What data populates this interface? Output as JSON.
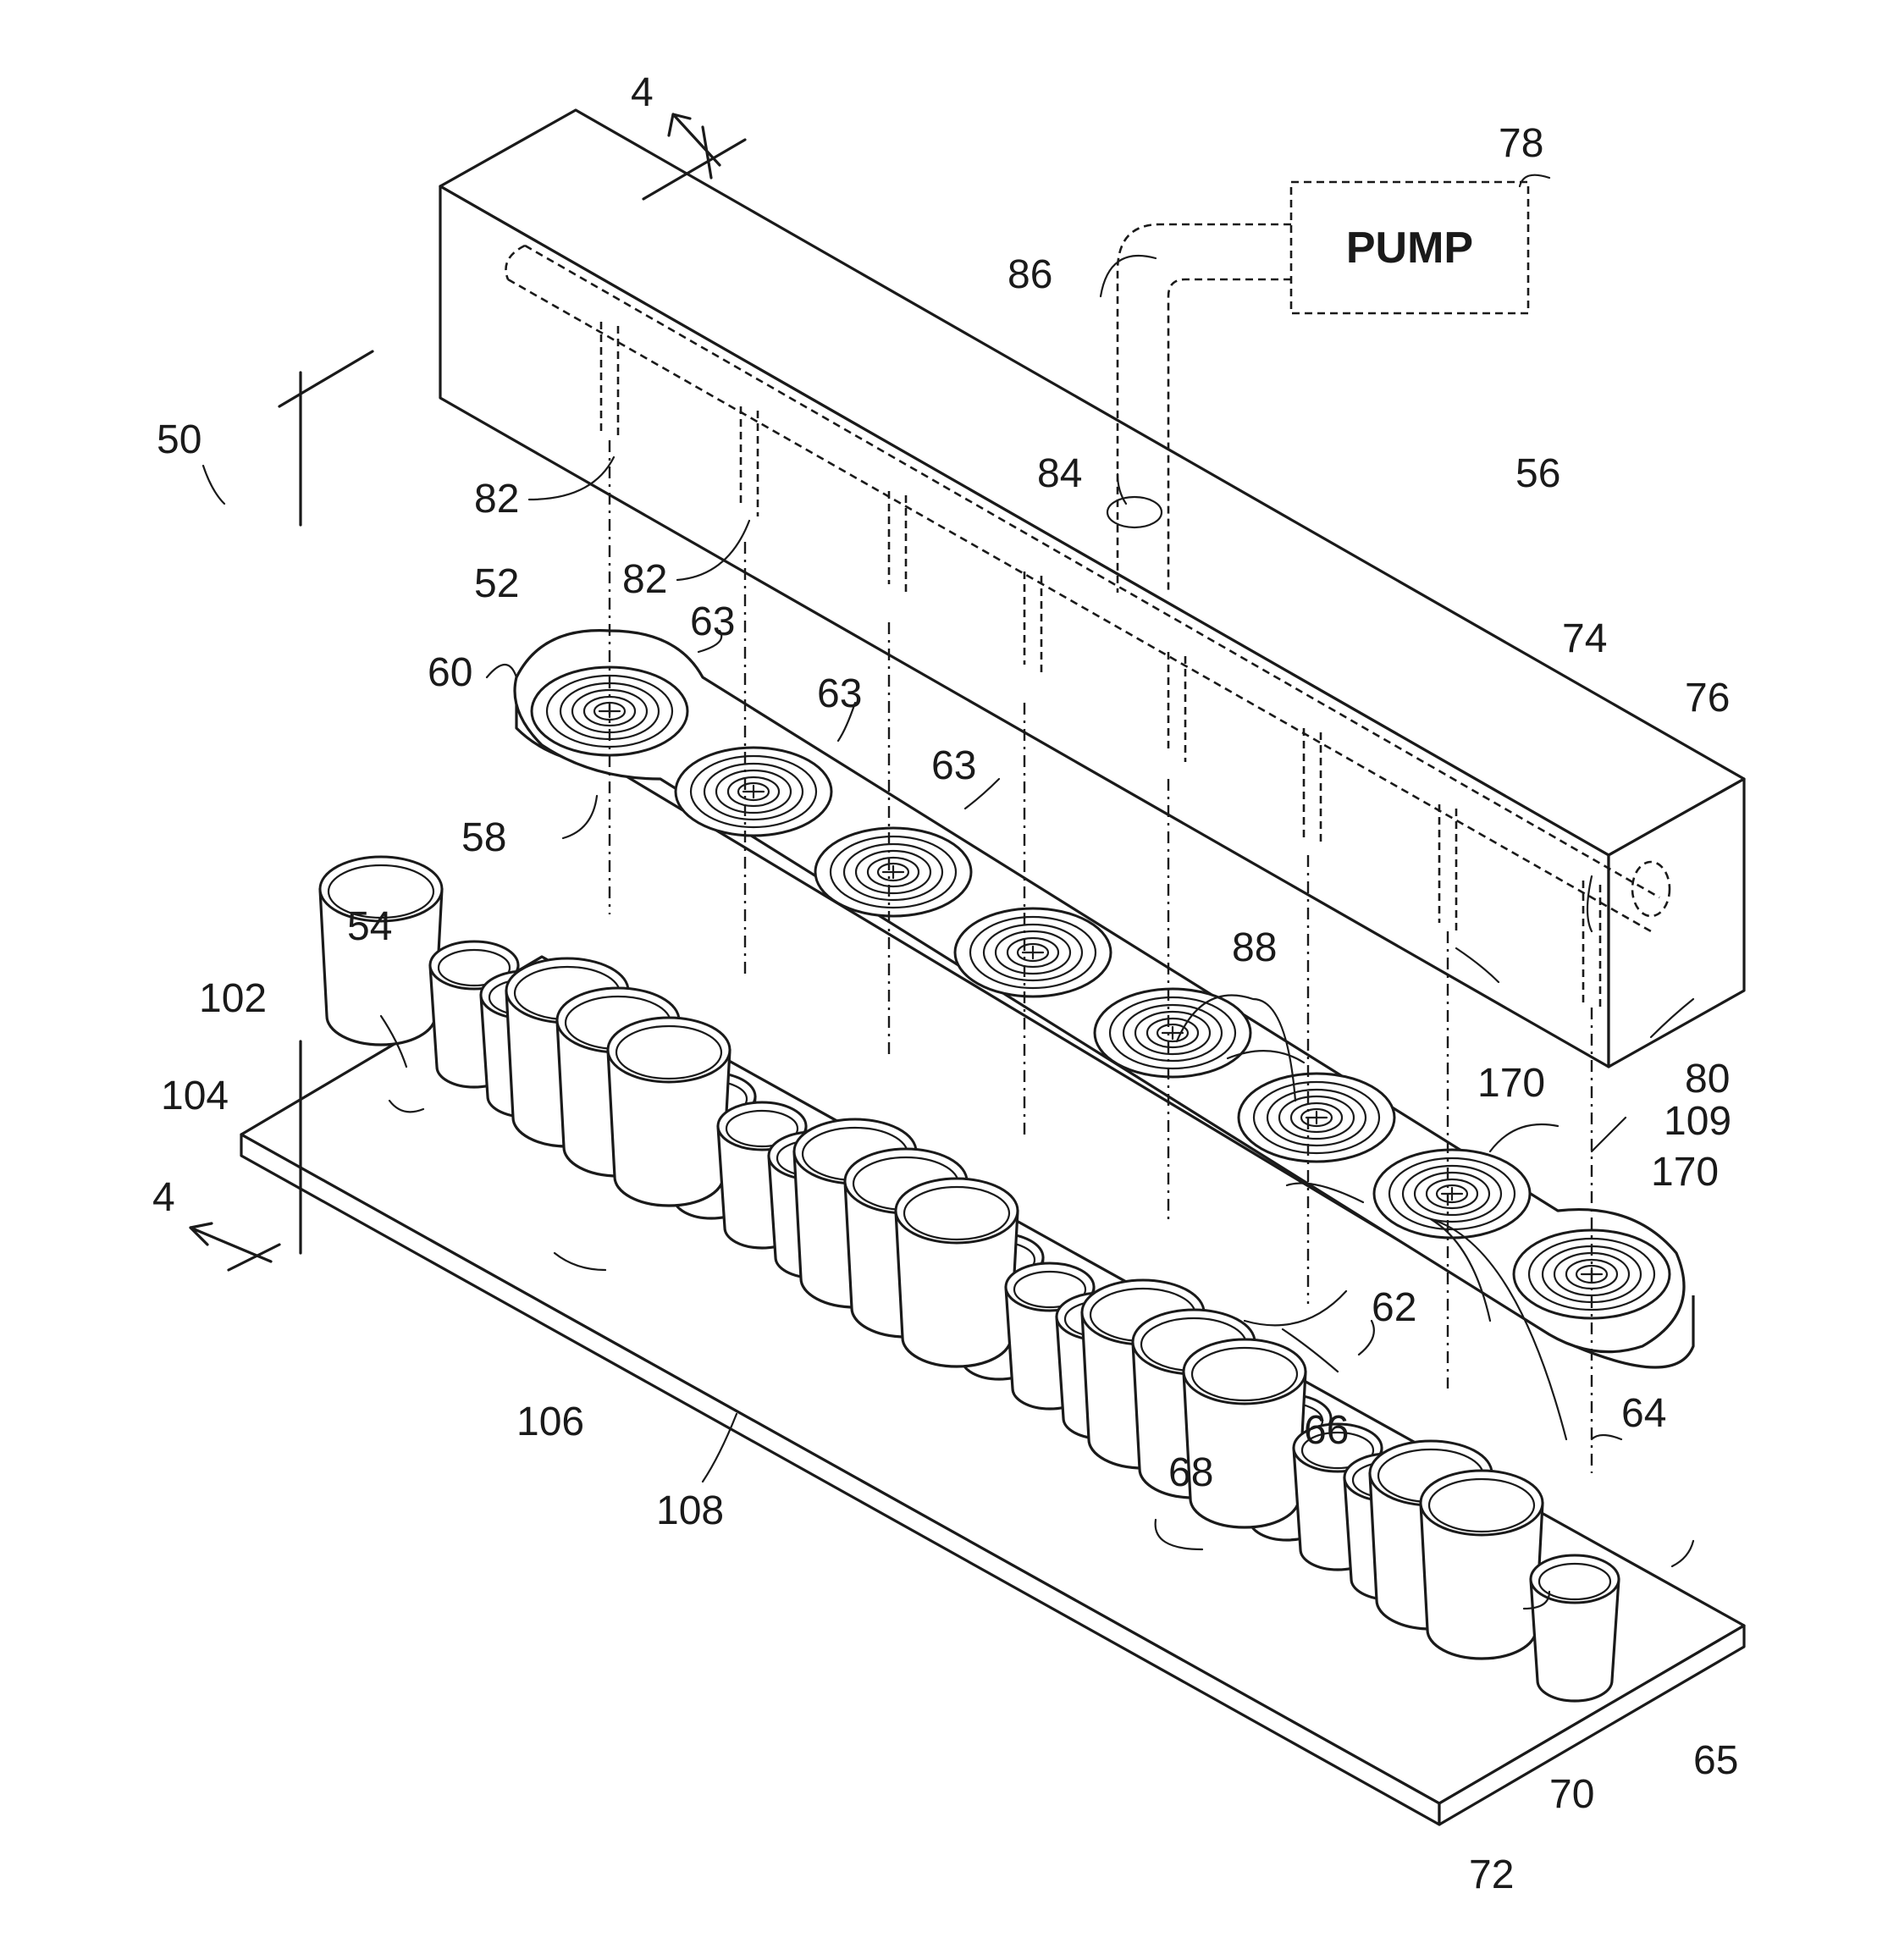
{
  "pump_label": "PUMP",
  "labels": {
    "section_top": "4",
    "section_bottom": "4",
    "assembly": "50",
    "n52": "52",
    "n54": "54",
    "n56": "56",
    "n58": "58",
    "n60": "60",
    "n62": "62",
    "n63a": "63",
    "n63b": "63",
    "n63c": "63",
    "n64": "64",
    "n65": "65",
    "n66": "66",
    "n68": "68",
    "n70": "70",
    "n72": "72",
    "n74": "74",
    "n76": "76",
    "n78": "78",
    "n80": "80",
    "n82a": "82",
    "n82b": "82",
    "n84": "84",
    "n86": "86",
    "n88": "88",
    "n102": "102",
    "n104": "104",
    "n106": "106",
    "n108": "108",
    "n109": "109",
    "n170a": "170",
    "n170b": "170"
  }
}
